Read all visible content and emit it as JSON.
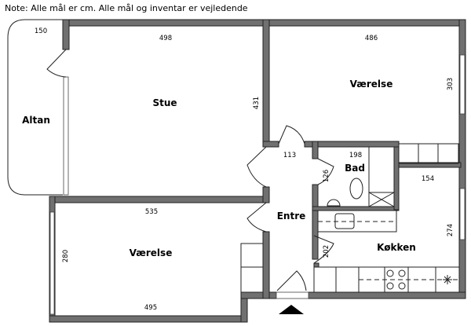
{
  "note": "Note: Alle mål er cm. Alle mål og inventar er vejledende",
  "rooms": {
    "altan": "Altan",
    "stue": "Stue",
    "vaerelse1": "Værelse",
    "vaerelse2": "Værelse",
    "bad": "Bad",
    "entre": "Entre",
    "kokken": "Køkken"
  },
  "dims": {
    "altan_w": "150",
    "stue_w": "498",
    "stue_h": "431",
    "vaer1_w": "486",
    "vaer1_h": "303",
    "entre_w": "113",
    "bad_w": "198",
    "bad_h": "126",
    "kok_w": "154",
    "kok_h": "274",
    "entre_h": "202",
    "vaer2_w_top": "535",
    "vaer2_w_bot": "495",
    "vaer2_h": "280"
  },
  "colors": {
    "wall": "#707070"
  }
}
